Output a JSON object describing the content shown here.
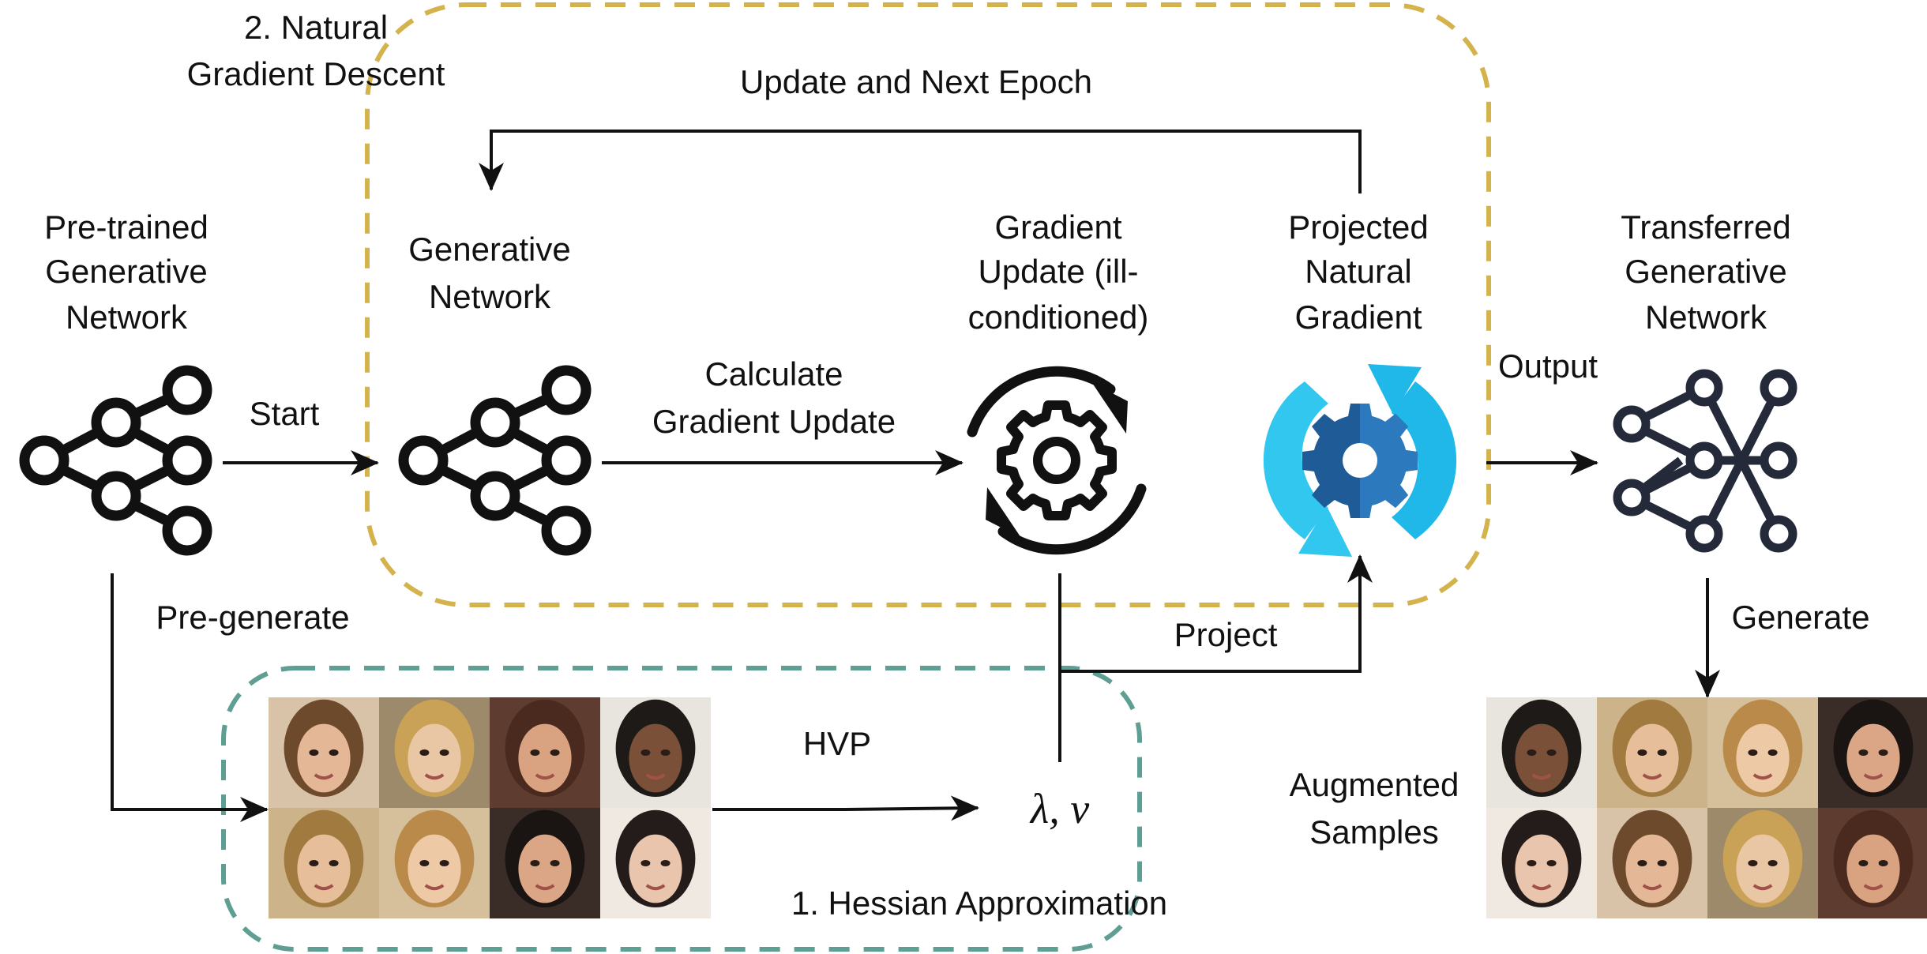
{
  "colors": {
    "natural_gradient_region": "#d4b24c",
    "hessian_region": "#5f9f93",
    "arrow": "#111111",
    "network_icon": "#111111",
    "transferred_icon": "#252a3a",
    "projection_icon_light": "#1fb8e8",
    "projection_icon_gear": "#1f5b96"
  },
  "regions": {
    "natural_gradient": {
      "lines": [
        "2. Natural",
        "Gradient Descent"
      ]
    },
    "hessian": {
      "label": "1. Hessian Approximation"
    }
  },
  "nodes": {
    "pretrained": {
      "lines": [
        "Pre-trained",
        "Generative",
        "Network"
      ],
      "icon": "neural-network-icon"
    },
    "generative": {
      "lines": [
        "Generative",
        "Network"
      ],
      "icon": "neural-network-icon"
    },
    "gradient_update": {
      "lines": [
        "Gradient",
        "Update (ill-",
        "conditioned)"
      ],
      "icon": "gear-refresh-icon"
    },
    "projected": {
      "lines": [
        "Projected",
        "Natural",
        "Gradient"
      ],
      "icon": "blue-gear-sync-icon"
    },
    "transferred": {
      "lines": [
        "Transferred",
        "Generative",
        "Network"
      ],
      "icon": "crossed-network-icon"
    },
    "lambda_v": {
      "label": "λ, v"
    },
    "augmented": {
      "lines": [
        "Augmented",
        "Samples"
      ]
    }
  },
  "edges": {
    "start": "Start",
    "calculate": [
      "Calculate",
      "Gradient Update"
    ],
    "update_next_epoch": "Update and Next Epoch",
    "output": "Output",
    "pre_generate": "Pre-generate",
    "generate": "Generate",
    "hvp": "HVP",
    "project": "Project"
  },
  "image_grids": {
    "pre_generated": {
      "rows": 2,
      "cols": 4,
      "content": "face-photo"
    },
    "augmented": {
      "rows": 2,
      "cols": 4,
      "content": "face-photo"
    }
  }
}
